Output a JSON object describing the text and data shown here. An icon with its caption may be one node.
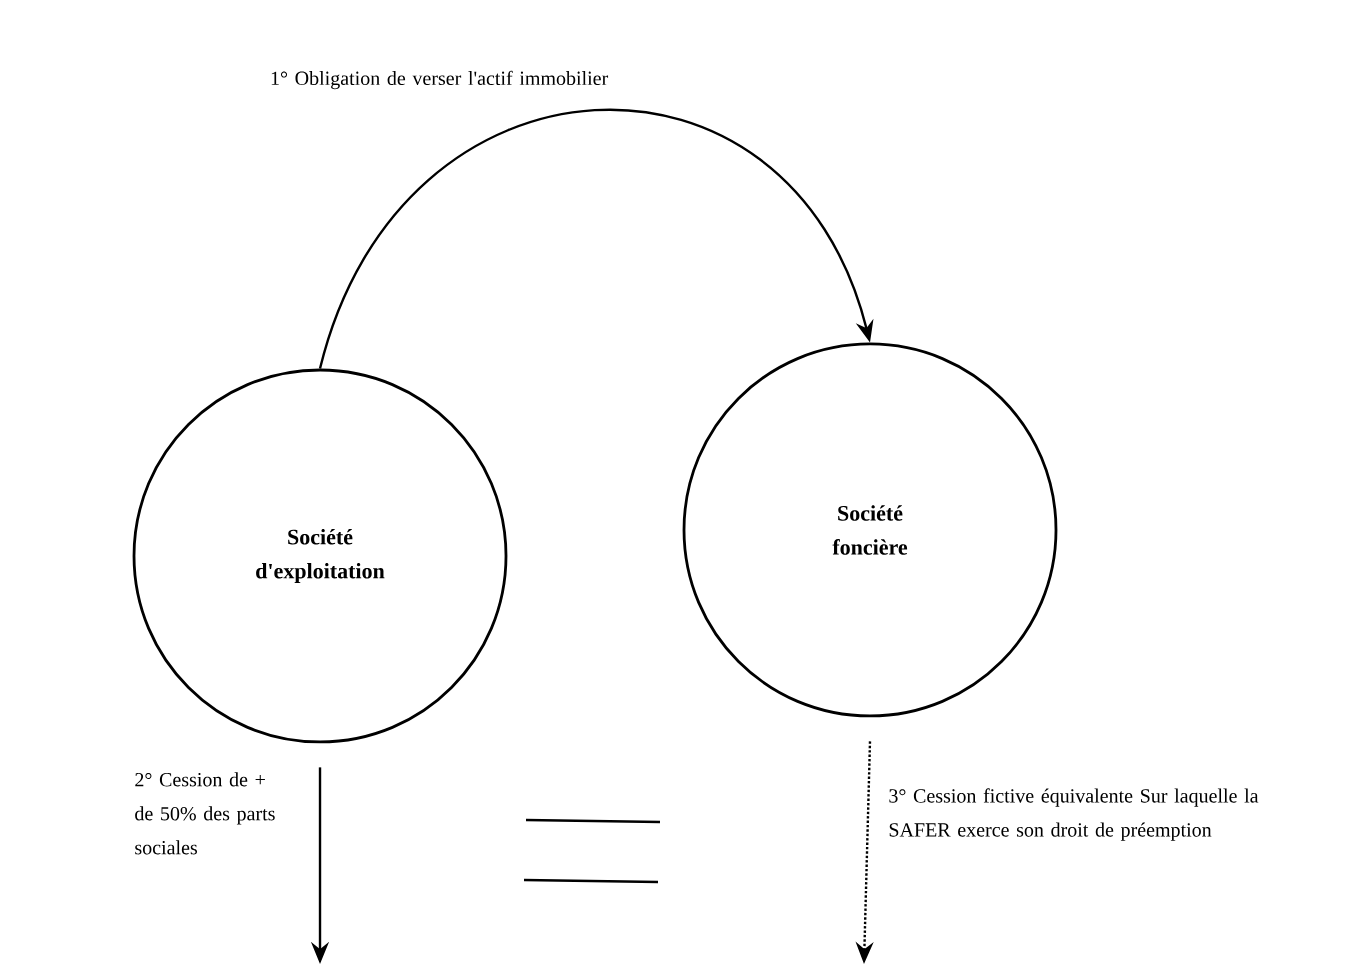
{
  "diagram": {
    "nodes": [
      {
        "text": [
          "Société d'exploitation"
        ]
      },
      {
        "text": [
          "Société foncière"
        ]
      }
    ],
    "edges": [
      {
        "from": 0,
        "to": 1,
        "arrow": "to",
        "label": "1° Obligation de verser l'actif immobilier"
      },
      {
        "from": 0,
        "to": null,
        "arrow": "to",
        "label": "2° Cession de + de 50% des parts sociales"
      },
      {
        "from": 1,
        "to": null,
        "arrow": "to",
        "style": "dashed",
        "label": "3° Cession fictive équivalente Sur laquelle la SAFER exerce son droit de préemption"
      }
    ]
  }
}
